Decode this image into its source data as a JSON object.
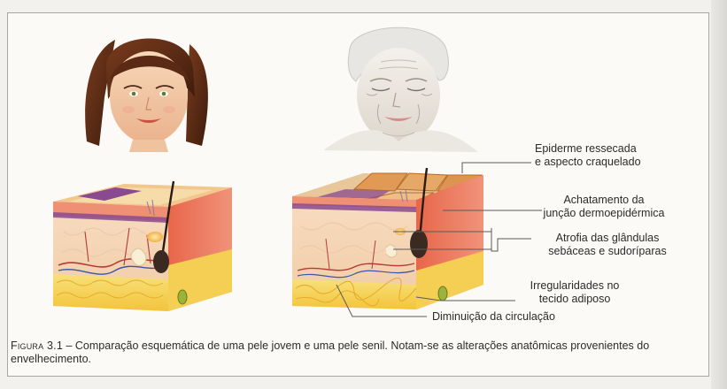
{
  "annotations": {
    "epiderme": [
      "Epiderme ressecada",
      "e aspecto craquelado"
    ],
    "achatamento": [
      "Achatamento da",
      "junção dermoepidérmica"
    ],
    "atrofia": [
      "Atrofia das glândulas",
      "sebáceas e sudoríparas"
    ],
    "irregularidades": [
      "Irregularidades no",
      "tecido adiposo"
    ],
    "circulacao": "Diminuição da circulação"
  },
  "caption": {
    "figure_label": "Figura 3.1",
    "text": " – Comparação esquemática de uma pele jovem e uma pele senil. Notam-se as alterações anatômicas provenientes do envelhecimento."
  },
  "colors": {
    "epidermis_young": "#f3d9a6",
    "basal_band": "#8a4a8f",
    "dermis": "#f6d6b4",
    "fat": "#f7d35a",
    "vessels": "#b53a3a",
    "leader_lines": "#5a5a5a"
  }
}
